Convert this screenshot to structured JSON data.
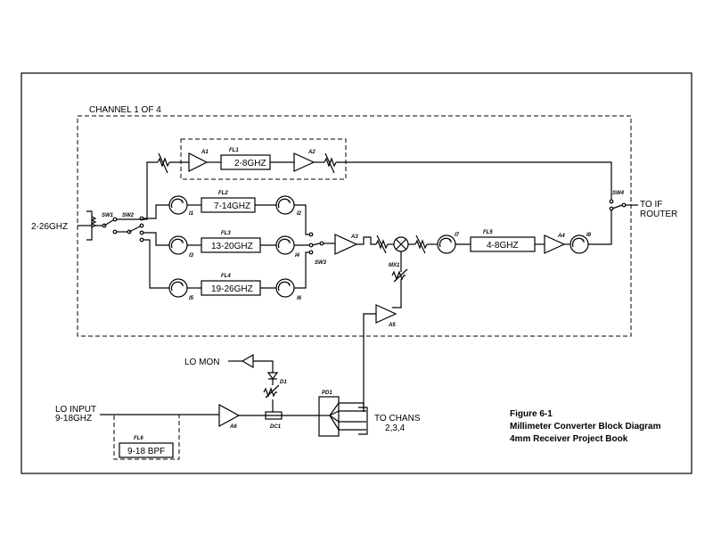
{
  "diagram": {
    "channel_label": "CHANNEL 1 OF 4",
    "input_label": "2-26GHZ",
    "output_label_1": "TO IF",
    "output_label_2": "ROUTER",
    "switches": {
      "sw1": "SW1",
      "sw2": "SW2",
      "sw3": "SW3",
      "sw4": "SW4"
    },
    "amplifiers": {
      "a1": "A1",
      "a2": "A2",
      "a3": "A3",
      "a4": "A4",
      "a5": "A5",
      "a6": "A6"
    },
    "filters": {
      "fl1": {
        "name": "FL1",
        "band": "2-8GHZ"
      },
      "fl2": {
        "name": "FL2",
        "band": "7-14GHZ"
      },
      "fl3": {
        "name": "FL3",
        "band": "13-20GHZ"
      },
      "fl4": {
        "name": "FL4",
        "band": "19-26GHZ"
      },
      "fl5": {
        "name": "FL5",
        "band": "4-8GHZ"
      },
      "fl6": {
        "name": "FL6",
        "band": "9-18 BPF"
      }
    },
    "isolators": {
      "i1": "I1",
      "i2": "I2",
      "i3": "I3",
      "i4": "I4",
      "i5": "I5",
      "i6": "I6",
      "i7": "I7",
      "i8": "I8"
    },
    "mixer": "MX1",
    "detector": "D1",
    "coupler": "DC1",
    "splitter": "PD1",
    "lo_mon": "LO MON",
    "lo_input_1": "LO INPUT",
    "lo_input_2": "9-18GHZ",
    "to_chans_1": "TO CHANS",
    "to_chans_2": "2,3,4"
  },
  "caption": {
    "line1": "Figure 6-1",
    "line2": "Millimeter Converter Block Diagram",
    "line3": "4mm Receiver Project Book"
  }
}
